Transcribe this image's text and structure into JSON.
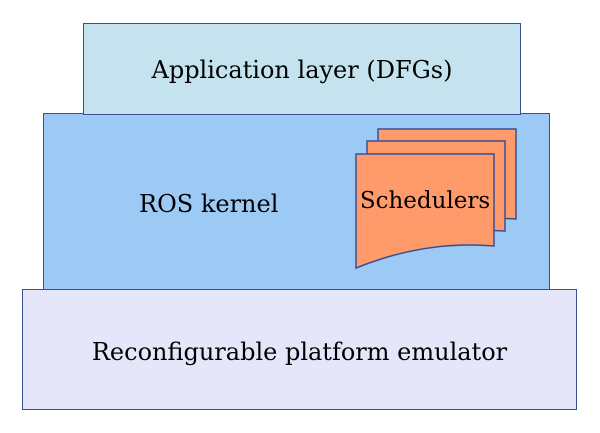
{
  "diagram": {
    "application_layer": {
      "label": "Application layer (DFGs)",
      "fill": "#c5e3ef"
    },
    "kernel_layer": {
      "label": "ROS kernel",
      "fill": "#9ccaf5"
    },
    "platform_layer": {
      "label": "Reconfigurable platform emulator",
      "fill": "#e6e6fb"
    },
    "schedulers": {
      "label": "Schedulers",
      "fill": "#ff9a6a",
      "stroke": "#3a4f93"
    },
    "border_color": "#3a4f93"
  }
}
